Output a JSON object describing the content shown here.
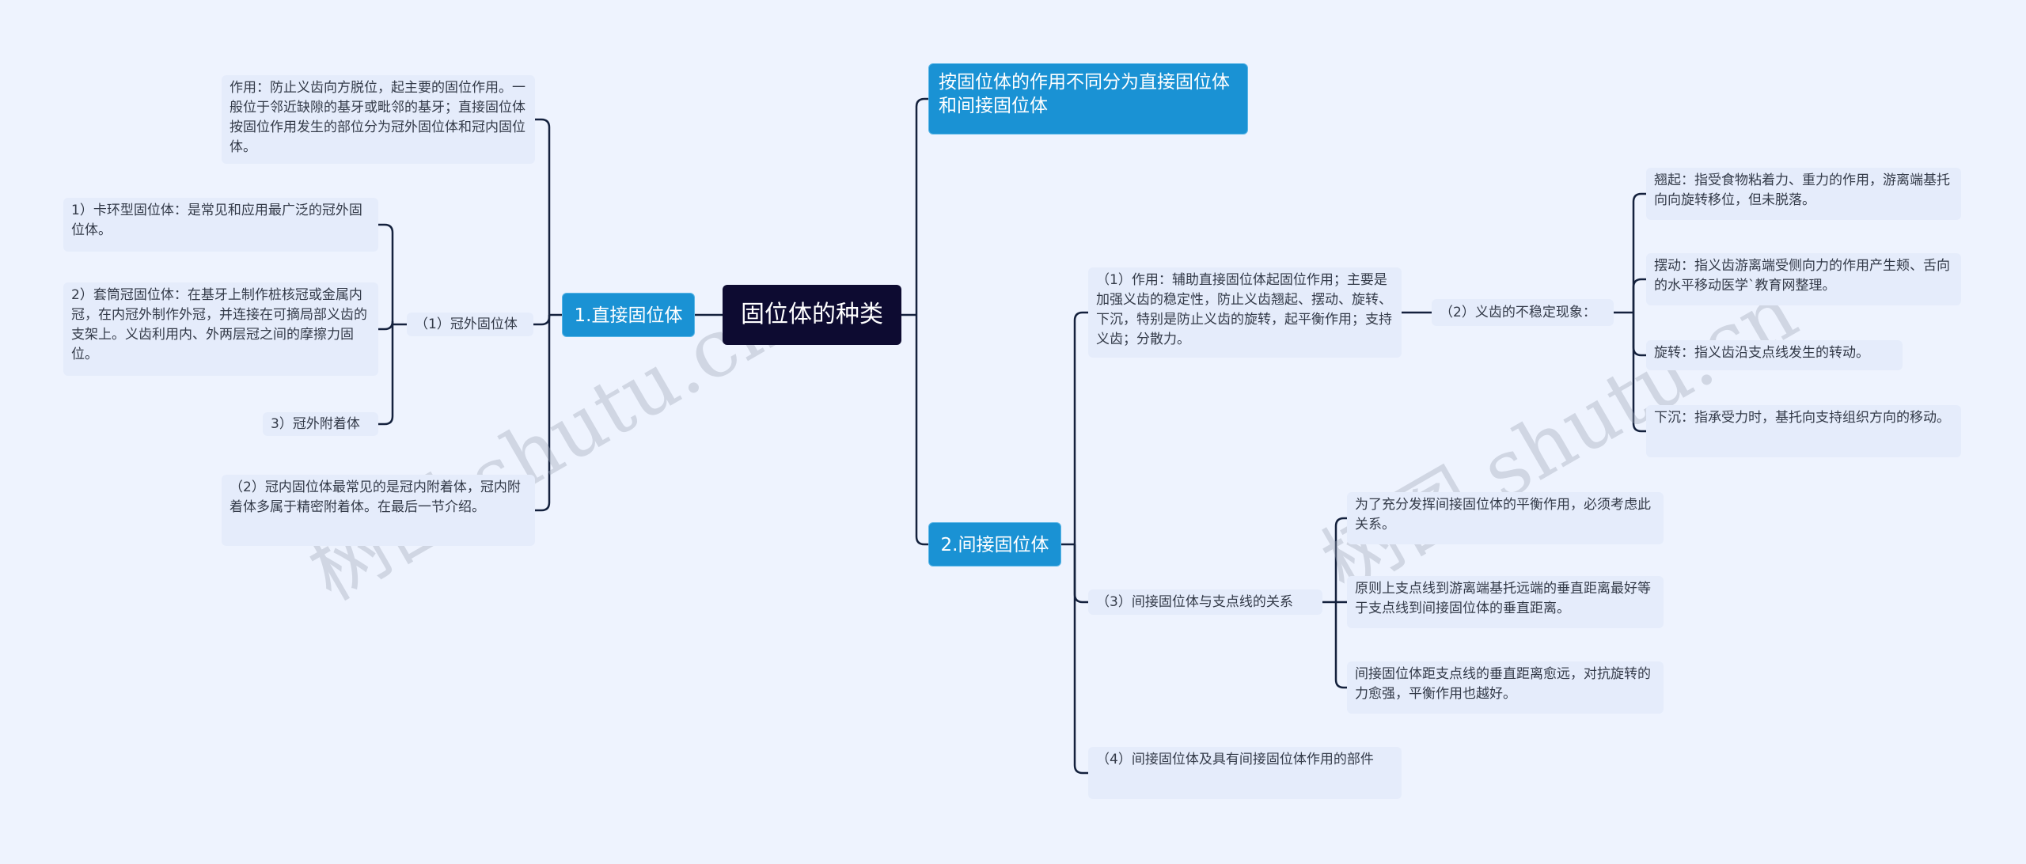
{
  "root": {
    "label": "固位体的种类"
  },
  "watermark": [
    "树图 shutu.cn",
    "树图 shutu.cn"
  ],
  "branch_intro": {
    "label": "按固位体的作用不同分为直接固位体和间接固位体"
  },
  "branch_direct": {
    "label": "1.直接固位体",
    "children": {
      "role": "作用：防止义齿向方脱位，起主要的固位作用。一般位于邻近缺隙的基牙或毗邻的基牙；直接固位体按固位作用发生的部位分为冠外固位体和冠内固位体。",
      "extra": {
        "label": "（1）冠外固位体",
        "items": [
          "1）卡环型固位体：是常见和应用最广泛的冠外固位体。",
          "2）套筒冠固位体：在基牙上制作桩核冠或金属内冠，在内冠外制作外冠，并连接在可摘局部义齿的支架上。义齿利用内、外两层冠之间的摩擦力固位。",
          "3）冠外附着体"
        ]
      },
      "intra": "（2）冠内固位体最常见的是冠内附着体，冠内附着体多属于精密附着体。在最后一节介绍。"
    }
  },
  "branch_indirect": {
    "label": "2.间接固位体",
    "children": {
      "role": "（1）作用：辅助直接固位体起固位作用；主要是加强义齿的稳定性，防止义齿翘起、摆动、旋转、下沉，特别是防止义齿的旋转，起平衡作用；支持义齿；分散力。",
      "instability": {
        "label": "（2）义齿的不稳定现象：",
        "items": [
          "翘起：指受食物粘着力、重力的作用，游离端基托向向旋转移位，但未脱落。",
          "摆动：指义齿游离端受侧向力的作用产生颊、舌向的水平移动医学`教育网整理。",
          "旋转：指义齿沿支点线发生的转动。",
          "下沉：指承受力时，基托向支持组织方向的移动。"
        ]
      },
      "fulcrum": {
        "label": "（3）间接固位体与支点线的关系",
        "items": [
          "为了充分发挥间接固位体的平衡作用，必须考虑此关系。",
          "原则上支点线到游离端基托远端的垂直距离最好等于支点线到间接固位体的垂直距离。",
          "间接固位体距支点线的垂直距离愈远，对抗旋转的力愈强，平衡作用也越好。"
        ]
      },
      "parts": "（4）间接固位体及具有间接固位体作用的部件"
    }
  },
  "colors": {
    "root": "#0d0b31",
    "branch": "#1a92d4",
    "line": "#14213d",
    "leaf_bg": "#e5ecfb",
    "background": "#eef3fe"
  }
}
